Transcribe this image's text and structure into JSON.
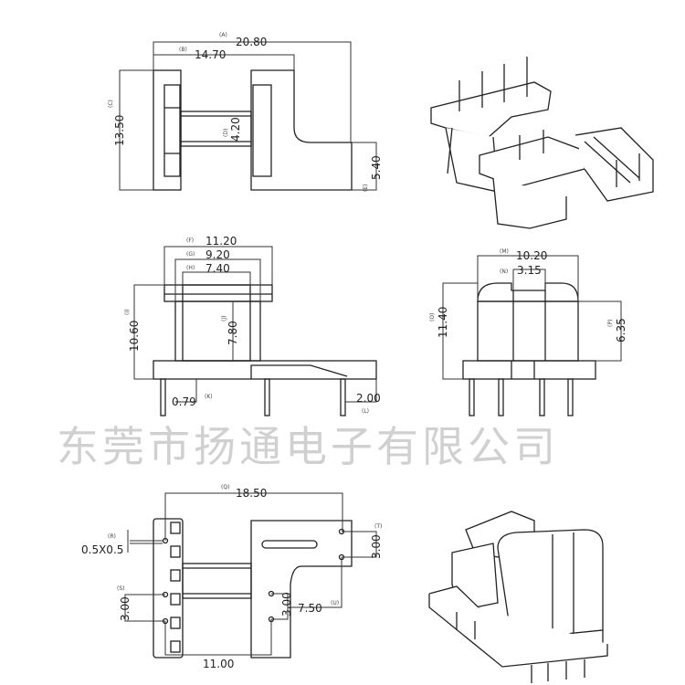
{
  "watermark": "东莞市扬通电子有限公司",
  "top_view": {
    "width_overall": "20.80",
    "width_inner": "14.70",
    "height": "13.50",
    "core": "4.20",
    "notch": "5.40",
    "markers": {
      "a": "(A)",
      "b": "(B)",
      "c": "(C)",
      "d": "(D)",
      "e": "(E)"
    }
  },
  "front_view": {
    "w1": "11.20",
    "w2": "9.20",
    "w3": "7.40",
    "height": "10.60",
    "window": "7.80",
    "pin_offset": "0.79",
    "pin_len": "2.00",
    "markers": {
      "f": "(F)",
      "g": "(G)",
      "h": "(H)",
      "i": "(I)",
      "j": "(J)",
      "k": "(K)",
      "l": "(L)"
    }
  },
  "side_view": {
    "width": "10.20",
    "core": "3.15",
    "height": "11.40",
    "flange": "6.35",
    "markers": {
      "m": "(M)",
      "n": "(N)",
      "o": "(O)",
      "p": "(P)"
    }
  },
  "bottom_view": {
    "length": "18.50",
    "pin_size": "0.5X0.5",
    "pitch_left": "3.00",
    "pitch_right": "3.00",
    "pitch_mid": "3.00",
    "offset": "7.50",
    "span": "11.00",
    "markers": {
      "q": "(Q)",
      "r": "(R)",
      "s": "(S)",
      "t": "(T)",
      "u": "(U)"
    }
  }
}
